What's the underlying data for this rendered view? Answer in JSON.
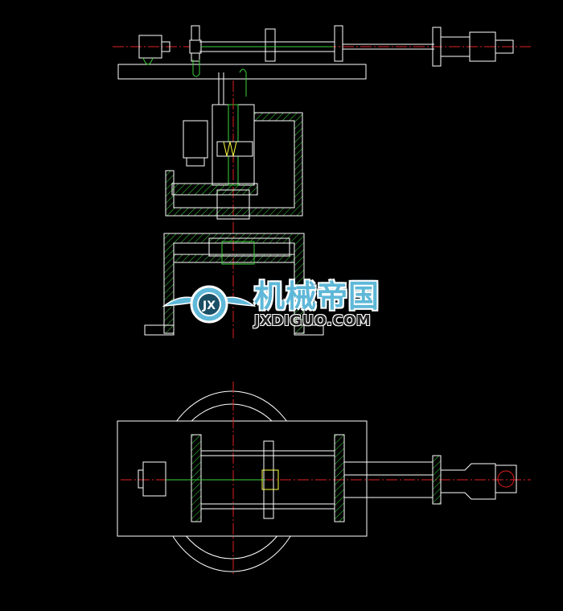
{
  "drawing": {
    "background": "#000000",
    "line_colors": {
      "outline": "#ffffff",
      "hatch": "#3bd43b",
      "centerline": "#e02020",
      "highlight": "#ffff40",
      "cyan": "#3fd0e0"
    },
    "views": [
      "front-elevation",
      "plan-view"
    ]
  },
  "watermark": {
    "title": "机械帝国",
    "url": "JXDIGUO.COM",
    "accent_color": "#5fb8d8"
  }
}
